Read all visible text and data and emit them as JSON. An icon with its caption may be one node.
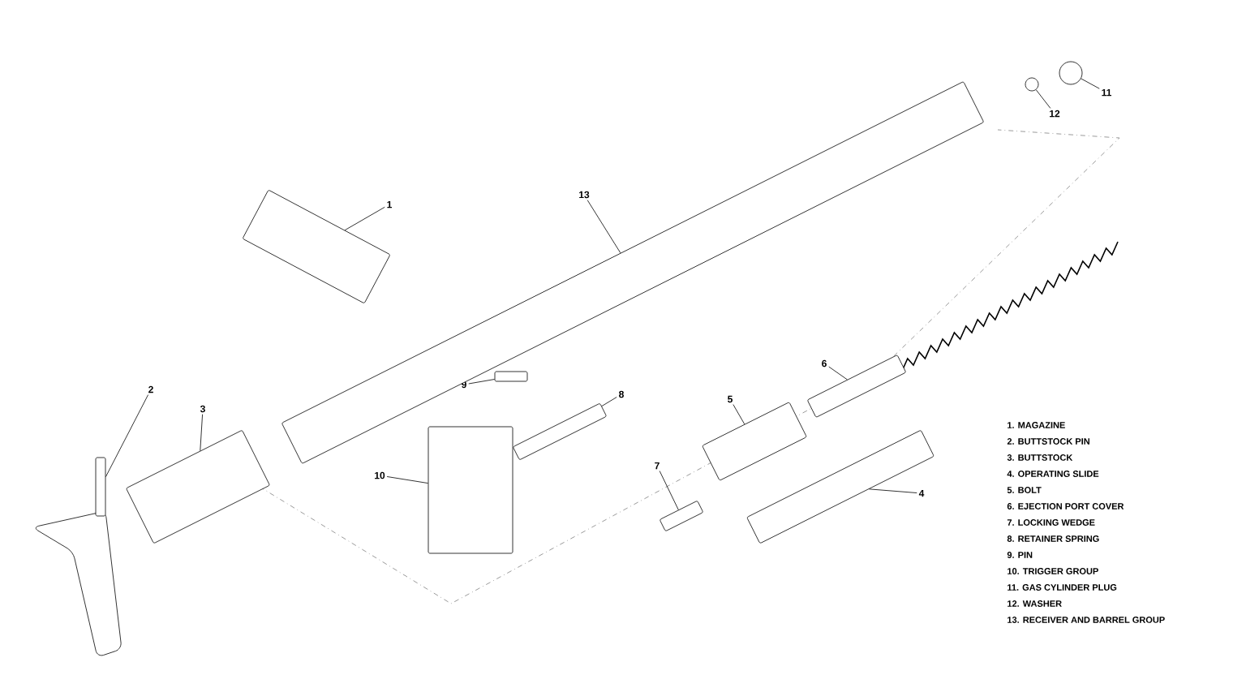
{
  "diagram": {
    "nodes": [
      {
        "text": [
          "1"
        ]
      },
      {
        "text": [
          "2"
        ]
      },
      {
        "text": [
          "3"
        ]
      },
      {
        "text": [
          "4"
        ]
      },
      {
        "text": [
          "5"
        ]
      },
      {
        "text": [
          "6"
        ]
      },
      {
        "text": [
          "7"
        ]
      },
      {
        "text": [
          "8"
        ]
      },
      {
        "text": [
          "9"
        ]
      },
      {
        "text": [
          "10"
        ]
      },
      {
        "text": [
          "11"
        ]
      },
      {
        "text": [
          "12"
        ]
      },
      {
        "text": [
          "13"
        ]
      },
      {
        "text": [],
        "shape": "box"
      },
      {
        "text": [],
        "shape": "box"
      },
      {
        "text": [],
        "shape": "box"
      },
      {
        "text": [],
        "shape": "box"
      },
      {
        "text": [],
        "shape": "box"
      },
      {
        "text": [],
        "shape": "box"
      },
      {
        "text": [],
        "shape": "box"
      },
      {
        "text": [],
        "shape": "box"
      },
      {
        "text": [],
        "shape": "box"
      },
      {
        "text": [],
        "shape": "box"
      },
      {
        "text": [],
        "shape": "circle"
      },
      {
        "text": [],
        "shape": "circle"
      },
      {
        "text": [],
        "shape": "box"
      }
    ],
    "edges": [
      {
        "from": 0,
        "to": 13,
        "arrow": "none"
      },
      {
        "from": 1,
        "to": 14,
        "arrow": "none"
      },
      {
        "from": 2,
        "to": 15,
        "arrow": "none"
      },
      {
        "from": 3,
        "to": 16,
        "arrow": "none"
      },
      {
        "from": 4,
        "to": 17,
        "arrow": "none"
      },
      {
        "from": 5,
        "to": 18,
        "arrow": "none"
      },
      {
        "from": 6,
        "to": 19,
        "arrow": "none"
      },
      {
        "from": 7,
        "to": 20,
        "arrow": "none"
      },
      {
        "from": 8,
        "to": 21,
        "arrow": "none"
      },
      {
        "from": 9,
        "to": 22,
        "arrow": "none"
      },
      {
        "from": 10,
        "to": 23,
        "arrow": "none"
      },
      {
        "from": 11,
        "to": 24,
        "arrow": "none"
      },
      {
        "from": 12,
        "to": 25,
        "arrow": "none"
      }
    ],
    "labels": [
      "1. MAGAZINE",
      "2. BUTTSTOCK PIN",
      "3. BUTTSTOCK",
      "4. OPERATING SLIDE",
      "5. BOLT",
      "6. EJECTION PORT COVER",
      "7. LOCKING WEDGE",
      "8. RETAINER SPRING",
      "9. PIN",
      "10. TRIGGER GROUP",
      "11. GAS CYLINDER PLUG",
      "12. WASHER",
      "13. RECEIVER AND BARREL GROUP"
    ]
  }
}
